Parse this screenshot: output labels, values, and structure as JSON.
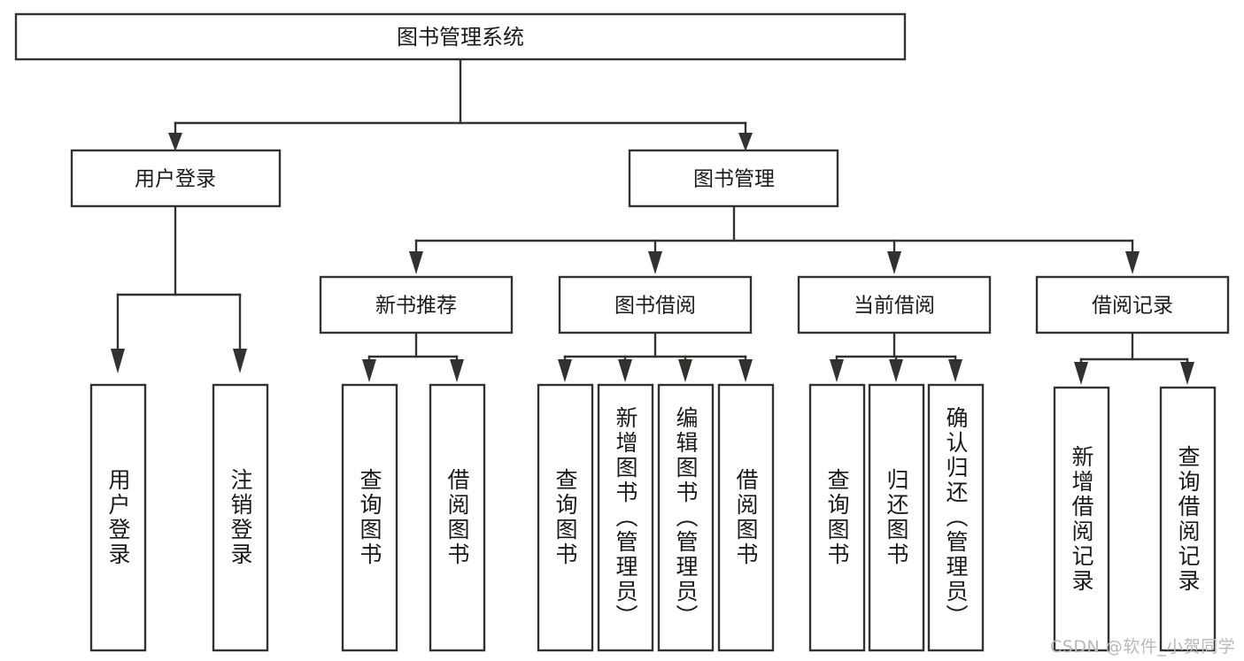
{
  "diagram": {
    "title": "图书管理系统",
    "watermark": "CSDN @软件_小贺同学",
    "type": "tree-hierarchy",
    "orientation": "top-down",
    "colors": {
      "stroke": "#32322f",
      "fill": "#ffffff",
      "text": "#1a1a1a",
      "background": "#ffffff",
      "watermark": "#b9b9b9"
    }
  },
  "nodes": {
    "root": {
      "label": "图书管理系统",
      "level": 0,
      "orientation": "horizontal"
    },
    "l1": [
      {
        "id": "user-login",
        "label": "用户登录",
        "level": 1,
        "orientation": "horizontal"
      },
      {
        "id": "book-manage",
        "label": "图书管理",
        "level": 1,
        "orientation": "horizontal"
      }
    ],
    "l2": [
      {
        "id": "new-book-rec",
        "label": "新书推荐",
        "level": 2,
        "orientation": "horizontal"
      },
      {
        "id": "book-borrow",
        "label": "图书借阅",
        "level": 2,
        "orientation": "horizontal"
      },
      {
        "id": "current-borrow",
        "label": "当前借阅",
        "level": 2,
        "orientation": "horizontal"
      },
      {
        "id": "borrow-record",
        "label": "借阅记录",
        "level": 2,
        "orientation": "horizontal"
      }
    ],
    "leaves": [
      {
        "id": "leaf-user-login",
        "label": "用户登录",
        "parent": "user-login",
        "orientation": "vertical"
      },
      {
        "id": "leaf-logout",
        "label": "注销登录",
        "parent": "user-login",
        "orientation": "vertical"
      },
      {
        "id": "leaf-query-book-1",
        "label": "查询图书",
        "parent": "new-book-rec",
        "orientation": "vertical"
      },
      {
        "id": "leaf-borrow-book-1",
        "label": "借阅图书",
        "parent": "new-book-rec",
        "orientation": "vertical"
      },
      {
        "id": "leaf-query-book-2",
        "label": "查询图书",
        "parent": "book-borrow",
        "orientation": "vertical"
      },
      {
        "id": "leaf-add-book",
        "label": "新增图书（管理员）",
        "parent": "book-borrow",
        "orientation": "vertical"
      },
      {
        "id": "leaf-edit-book",
        "label": "编辑图书（管理员）",
        "parent": "book-borrow",
        "orientation": "vertical"
      },
      {
        "id": "leaf-borrow-book-2",
        "label": "借阅图书",
        "parent": "book-borrow",
        "orientation": "vertical"
      },
      {
        "id": "leaf-query-book-3",
        "label": "查询图书",
        "parent": "current-borrow",
        "orientation": "vertical"
      },
      {
        "id": "leaf-return-book",
        "label": "归还图书",
        "parent": "current-borrow",
        "orientation": "vertical"
      },
      {
        "id": "leaf-confirm-return",
        "label": "确认归还（管理员）",
        "parent": "current-borrow",
        "orientation": "vertical"
      },
      {
        "id": "leaf-add-record",
        "label": "新增借阅记录",
        "parent": "borrow-record",
        "orientation": "vertical"
      },
      {
        "id": "leaf-query-record",
        "label": "查询借阅记录",
        "parent": "borrow-record",
        "orientation": "vertical"
      }
    ]
  },
  "chart_data": {
    "type": "tree",
    "title": "图书管理系统",
    "root": {
      "label": "图书管理系统",
      "children": [
        {
          "label": "用户登录",
          "children": [
            {
              "label": "用户登录"
            },
            {
              "label": "注销登录"
            }
          ]
        },
        {
          "label": "图书管理",
          "children": [
            {
              "label": "新书推荐",
              "children": [
                {
                  "label": "查询图书"
                },
                {
                  "label": "借阅图书"
                }
              ]
            },
            {
              "label": "图书借阅",
              "children": [
                {
                  "label": "查询图书"
                },
                {
                  "label": "新增图书（管理员）"
                },
                {
                  "label": "编辑图书（管理员）"
                },
                {
                  "label": "借阅图书"
                }
              ]
            },
            {
              "label": "当前借阅",
              "children": [
                {
                  "label": "查询图书"
                },
                {
                  "label": "归还图书"
                },
                {
                  "label": "确认归还（管理员）"
                }
              ]
            },
            {
              "label": "借阅记录",
              "children": [
                {
                  "label": "新增借阅记录"
                },
                {
                  "label": "查询借阅记录"
                }
              ]
            }
          ]
        }
      ]
    }
  }
}
